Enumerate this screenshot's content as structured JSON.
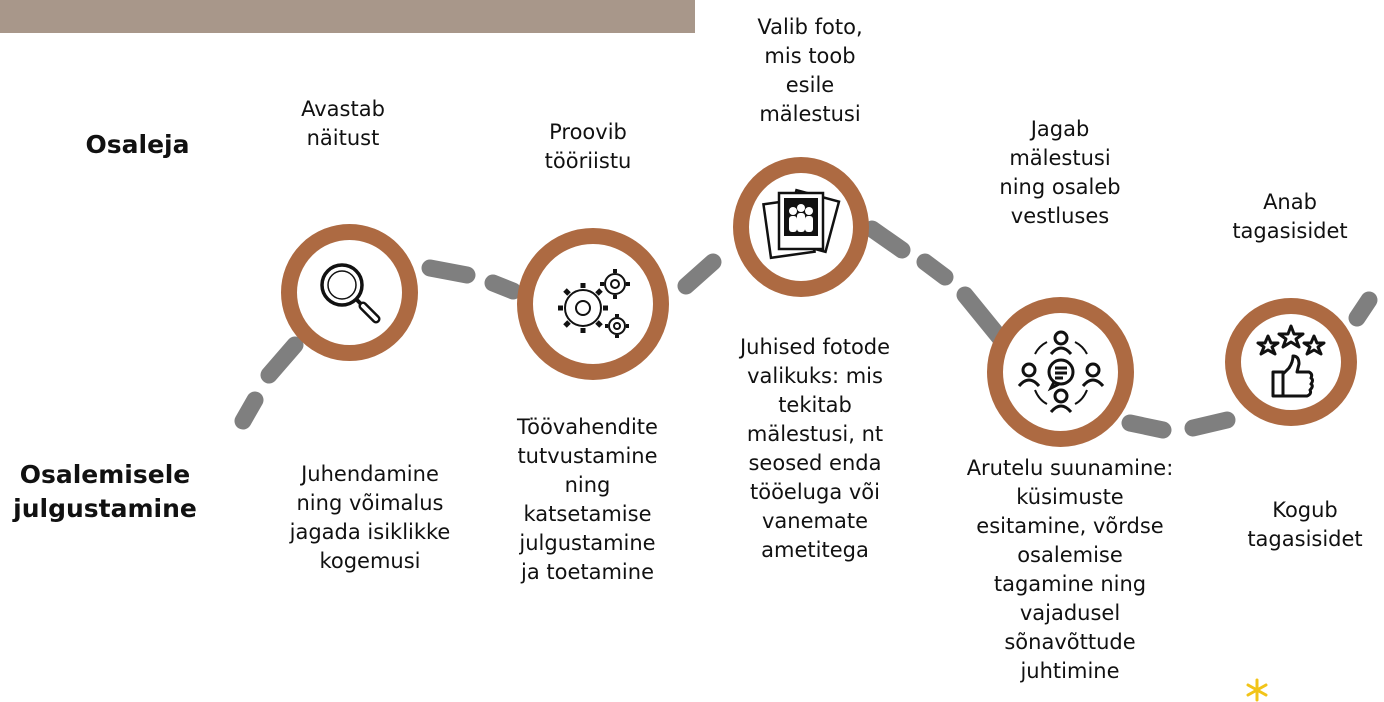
{
  "roles": {
    "participant": "Osaleja",
    "facilitator": "Osalemisele\njulgustamine"
  },
  "steps": [
    {
      "participant_text": "Avastab\nnäitust",
      "facilitator_text": "Juhendamine\nning võimalus\njagada isiklikke\nkogemusi",
      "icon": "magnifier-icon"
    },
    {
      "participant_text": "Proovib\ntööriistu",
      "facilitator_text": "Töövahendite\ntutvustamine\nning\nkatsetamise\njulgustamine\nja toetamine",
      "icon": "gears-icon"
    },
    {
      "participant_text": "Valib foto,\nmis toob\nesile\nmälestusi",
      "facilitator_text": "Juhised fotode\nvalikuks: mis\ntekitab\nmälestusi, nt\nseosed enda\ntööeluga või\nvanemate\nametitega",
      "icon": "photos-icon"
    },
    {
      "participant_text": "Jagab\nmälestusi\nning osaleb\nvestluses",
      "facilitator_text": "Arutelu suunamine:\nküsimuste\nesitamine, võrdse\nosalemise\ntagamine ning\nvajadusel\nsõnavõttude\njuhtimine",
      "icon": "discussion-group-icon"
    },
    {
      "participant_text": "Anab\ntagasisidet",
      "facilitator_text": "Kogub\ntagasisidet",
      "icon": "rating-thumbs-up-icon"
    }
  ],
  "colors": {
    "ring": "#ad6a42",
    "path": "#7f7f7f",
    "top_band": "#a8978a",
    "spark": "#f2c418"
  }
}
